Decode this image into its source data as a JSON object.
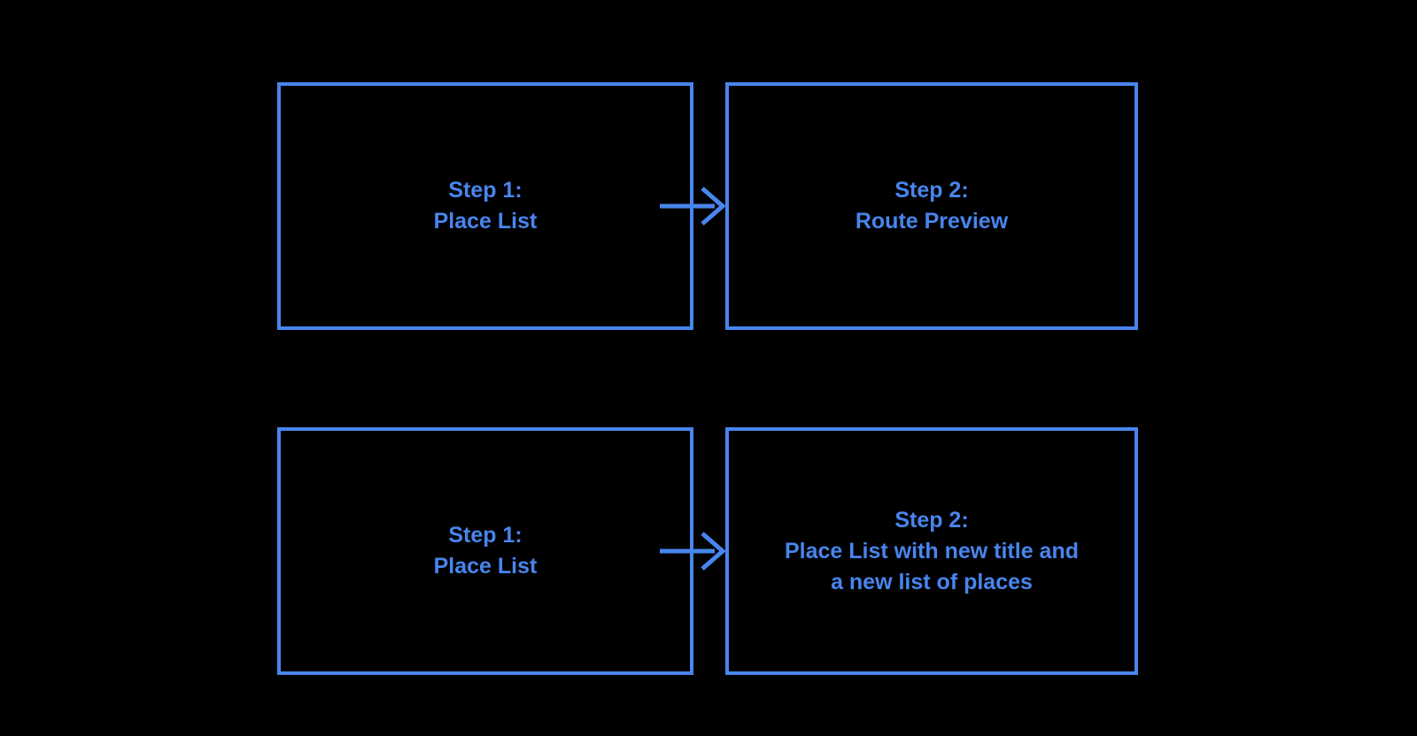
{
  "diagram": {
    "background_color": "#000000",
    "accent_color": "#4885ED",
    "rows": [
      {
        "source": {
          "lines": [
            "Step 1:",
            "Place List"
          ]
        },
        "target": {
          "lines": [
            "Step 2:",
            "Route Preview"
          ]
        }
      },
      {
        "source": {
          "lines": [
            "Step 1:",
            "Place List"
          ]
        },
        "target": {
          "lines": [
            "Step 2:",
            "Place List with new title and",
            "a new list of places"
          ]
        }
      }
    ]
  }
}
